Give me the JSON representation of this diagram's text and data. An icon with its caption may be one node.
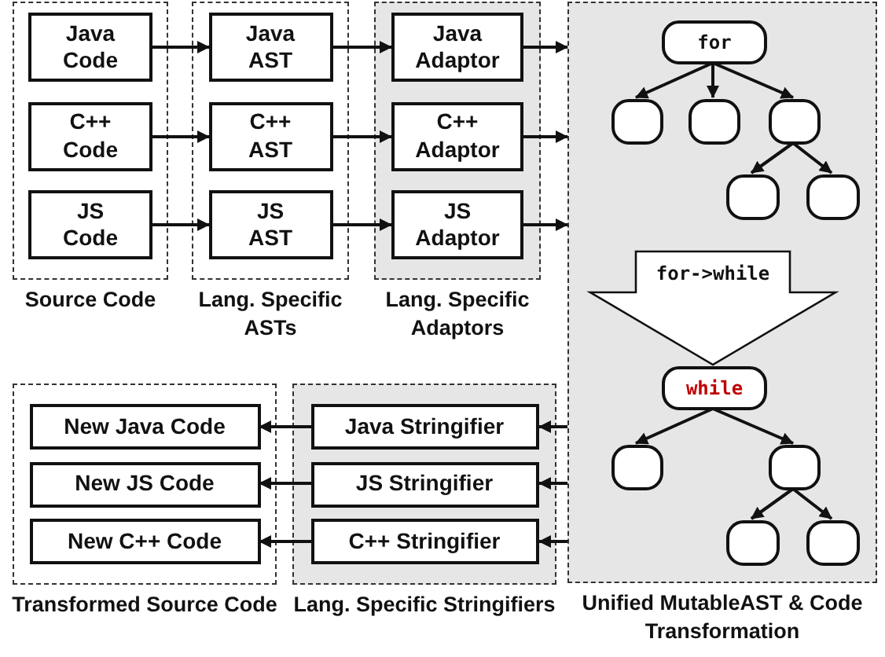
{
  "diagram": {
    "nodes": [
      {
        "text": [
          "Source Code"
        ]
      },
      {
        "text": [
          "Java Code"
        ],
        "in": 0
      },
      {
        "text": [
          "C++ Code"
        ],
        "in": 0
      },
      {
        "text": [
          "JS Code"
        ],
        "in": 0
      },
      {
        "text": [
          "Lang. Specific ASTs"
        ]
      },
      {
        "text": [
          "Java AST"
        ],
        "in": 4
      },
      {
        "text": [
          "C++ AST"
        ],
        "in": 4
      },
      {
        "text": [
          "JS AST"
        ],
        "in": 4
      },
      {
        "text": [
          "Lang. Specific Adaptors"
        ]
      },
      {
        "text": [
          "Java Adaptor"
        ],
        "in": 8
      },
      {
        "text": [
          "C++ Adaptor"
        ],
        "in": 8
      },
      {
        "text": [
          "JS Adaptor"
        ],
        "in": 8
      },
      {
        "text": [
          "Unified MutableAST & Code Transformation"
        ]
      },
      {
        "text": [
          "for"
        ],
        "in": 12
      },
      {
        "text": [],
        "shape": "box",
        "in": 12
      },
      {
        "text": [],
        "shape": "box",
        "in": 12
      },
      {
        "text": [],
        "shape": "box",
        "in": 12
      },
      {
        "text": [],
        "shape": "box",
        "in": 12
      },
      {
        "text": [],
        "shape": "box",
        "in": 12
      },
      {
        "text": [
          "while"
        ],
        "in": 12
      },
      {
        "text": [],
        "shape": "box",
        "in": 12
      },
      {
        "text": [],
        "shape": "box",
        "in": 12
      },
      {
        "text": [],
        "shape": "box",
        "in": 12
      },
      {
        "text": [],
        "shape": "box",
        "in": 12
      },
      {
        "text": [
          "Transformed Source Code"
        ]
      },
      {
        "text": [
          "New Java Code"
        ],
        "in": 24
      },
      {
        "text": [
          "New JS Code"
        ],
        "in": 24
      },
      {
        "text": [
          "New C++ Code"
        ],
        "in": 24
      },
      {
        "text": [
          "Lang. Specific Stringifiers"
        ]
      },
      {
        "text": [
          "Java Stringifier"
        ],
        "in": 28
      },
      {
        "text": [
          "JS Stringifier"
        ],
        "in": 28
      },
      {
        "text": [
          "C++ Stringifier"
        ],
        "in": 28
      }
    ],
    "edges": [
      {
        "from": 1,
        "to": 5,
        "arrow": "to"
      },
      {
        "from": 2,
        "to": 6,
        "arrow": "to"
      },
      {
        "from": 3,
        "to": 7,
        "arrow": "to"
      },
      {
        "from": 5,
        "to": 9,
        "arrow": "to"
      },
      {
        "from": 6,
        "to": 10,
        "arrow": "to"
      },
      {
        "from": 7,
        "to": 11,
        "arrow": "to"
      },
      {
        "from": 9,
        "to": 12,
        "arrow": "to"
      },
      {
        "from": 10,
        "to": 12,
        "arrow": "to"
      },
      {
        "from": 11,
        "to": 12,
        "arrow": "to"
      },
      {
        "from": 13,
        "to": 14,
        "arrow": "to"
      },
      {
        "from": 13,
        "to": 15,
        "arrow": "to"
      },
      {
        "from": 13,
        "to": 16,
        "arrow": "to"
      },
      {
        "from": 16,
        "to": 17,
        "arrow": "to"
      },
      {
        "from": 16,
        "to": 18,
        "arrow": "to"
      },
      {
        "from": null,
        "to": 19,
        "arrow": "to",
        "label": "for->while"
      },
      {
        "from": 19,
        "to": 20,
        "arrow": "to"
      },
      {
        "from": 19,
        "to": 21,
        "arrow": "to"
      },
      {
        "from": 21,
        "to": 22,
        "arrow": "to"
      },
      {
        "from": 21,
        "to": 23,
        "arrow": "to"
      },
      {
        "from": 12,
        "to": 29,
        "arrow": "to"
      },
      {
        "from": 12,
        "to": 30,
        "arrow": "to"
      },
      {
        "from": 12,
        "to": 31,
        "arrow": "to"
      },
      {
        "from": 29,
        "to": 25,
        "arrow": "to"
      },
      {
        "from": 30,
        "to": 26,
        "arrow": "to"
      },
      {
        "from": 31,
        "to": 27,
        "arrow": "to"
      }
    ]
  }
}
